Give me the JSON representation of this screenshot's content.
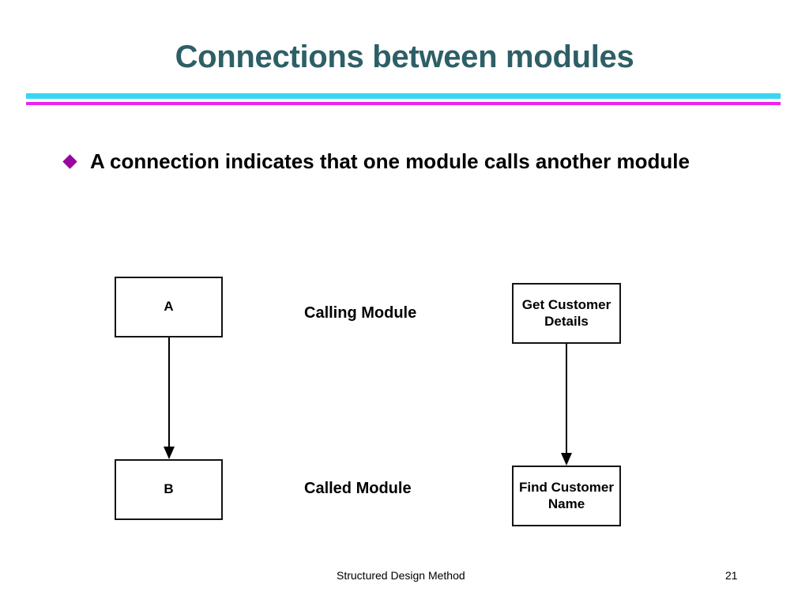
{
  "slide": {
    "title": "Connections between modules",
    "title_color": "#2d5f66",
    "background_color": "#ffffff"
  },
  "divider": {
    "top_rule_color": "#39d5f2",
    "bottom_rule_color": "#ee22ee"
  },
  "bullet": {
    "marker_icon": "diamond-bullet-icon",
    "marker_color": "#9a069f",
    "text": "A connection indicates that one module calls another module"
  },
  "diagram": {
    "type": "structure-chart",
    "nodes": [
      {
        "id": "a",
        "label": "A",
        "column": "left",
        "role": "calling"
      },
      {
        "id": "b",
        "label": "B",
        "column": "left",
        "role": "called"
      },
      {
        "id": "get",
        "label": "Get Customer Details",
        "column": "right",
        "role": "calling"
      },
      {
        "id": "find",
        "label": "Find Customer Name",
        "column": "right",
        "role": "called"
      }
    ],
    "captions": [
      {
        "id": "calling",
        "label": "Calling Module"
      },
      {
        "id": "called",
        "label": "Called Module"
      }
    ],
    "connections": [
      {
        "from": "a",
        "to": "b",
        "arrow": "down"
      },
      {
        "from": "get",
        "to": "find",
        "arrow": "down"
      }
    ],
    "line_color": "#000000"
  },
  "footer": {
    "title": "Structured Design Method",
    "page_number": "21"
  }
}
